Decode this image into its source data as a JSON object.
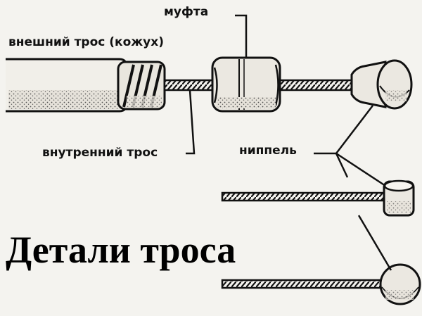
{
  "labels": {
    "outer_cable": "внешний трос (кожух)",
    "coupling": "муфта",
    "inner_cable": "внутренний трос",
    "nipple": "ниппель"
  },
  "title": "Детали троса",
  "colors": {
    "ink": "#111111",
    "paper": "#f4f3ef",
    "housing_fill": "#e6e2da",
    "stipple": "#555555"
  }
}
